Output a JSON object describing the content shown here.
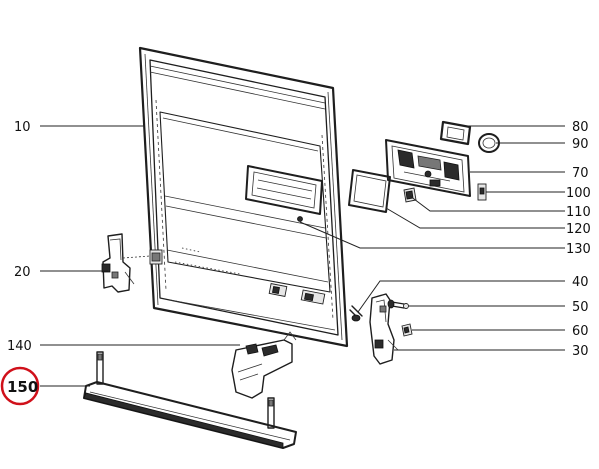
{
  "labels": {
    "p10": "10",
    "p20": "20",
    "p30": "30",
    "p40": "40",
    "p50": "50",
    "p60": "60",
    "p70": "70",
    "p80": "80",
    "p90": "90",
    "p100": "100",
    "p110": "110",
    "p120": "120",
    "p130": "130",
    "p140": "140",
    "p150": "150"
  },
  "highlight": {
    "part": "150",
    "color": "#d0101a"
  }
}
